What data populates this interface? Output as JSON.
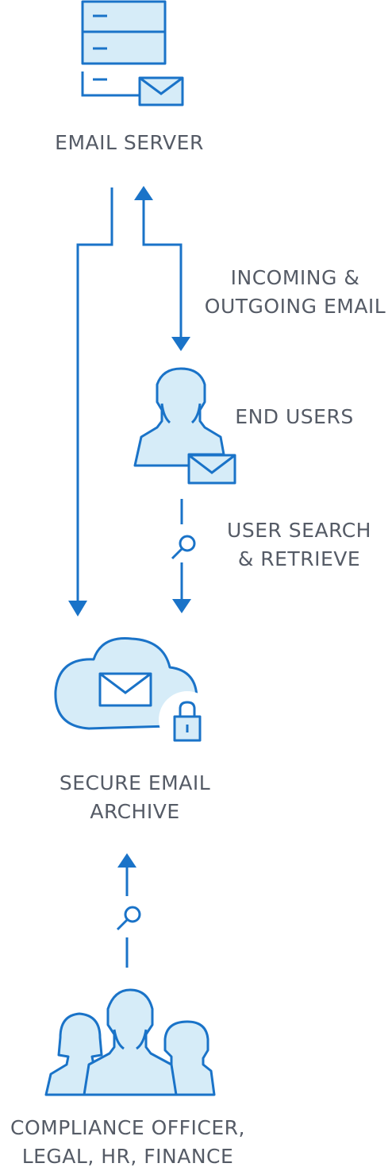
{
  "nodes": {
    "email_server": {
      "lines": [
        "EMAIL SERVER"
      ]
    },
    "end_users": {
      "lines": [
        "END USERS"
      ]
    },
    "archive": {
      "lines": [
        "SECURE EMAIL",
        "ARCHIVE"
      ]
    },
    "compliance": {
      "lines": [
        "COMPLIANCE OFFICER,",
        "LEGAL, HR, FINANCE"
      ]
    }
  },
  "edges": {
    "incoming_outgoing": {
      "lines": [
        "INCOMING &",
        "OUTGOING EMAIL"
      ]
    },
    "search_retrieve": {
      "lines": [
        "USER SEARCH",
        "& RETRIEVE"
      ]
    }
  },
  "colors": {
    "stroke": "#1a73c8",
    "fill": "#d6ecf8",
    "text": "#555b66"
  },
  "icons": [
    "server-icon",
    "envelope-icon",
    "user-icon",
    "magnifier-icon",
    "cloud-icon",
    "lock-icon",
    "group-icon"
  ]
}
